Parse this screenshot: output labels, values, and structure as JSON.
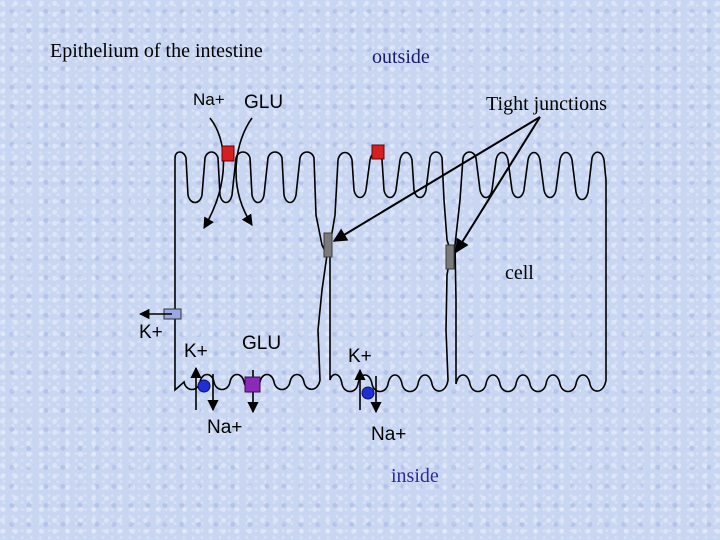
{
  "title": "Epithelium of the intestine",
  "labels": {
    "outside": "outside",
    "inside": "inside",
    "cell": "cell",
    "tight_junctions": "Tight junctions",
    "na_top": "Na+",
    "glu_top": "GLU",
    "k_left": "K+",
    "k_pump_left": "K+",
    "glu_bottom": "GLU",
    "na_bottom_left": "Na+",
    "k_pump_right": "K+",
    "na_bottom_right": "Na+"
  },
  "colors": {
    "title_text": "#000000",
    "outside_text": "#1a1a6e",
    "inside_text": "#2a2a9a",
    "glu_transporter": "#d42020",
    "pump": "#1f2fd6",
    "glu_exit_transporter": "#8a2bb8",
    "tight_junction": "#7a7a7a",
    "k_channel": "#9aa8e6"
  }
}
